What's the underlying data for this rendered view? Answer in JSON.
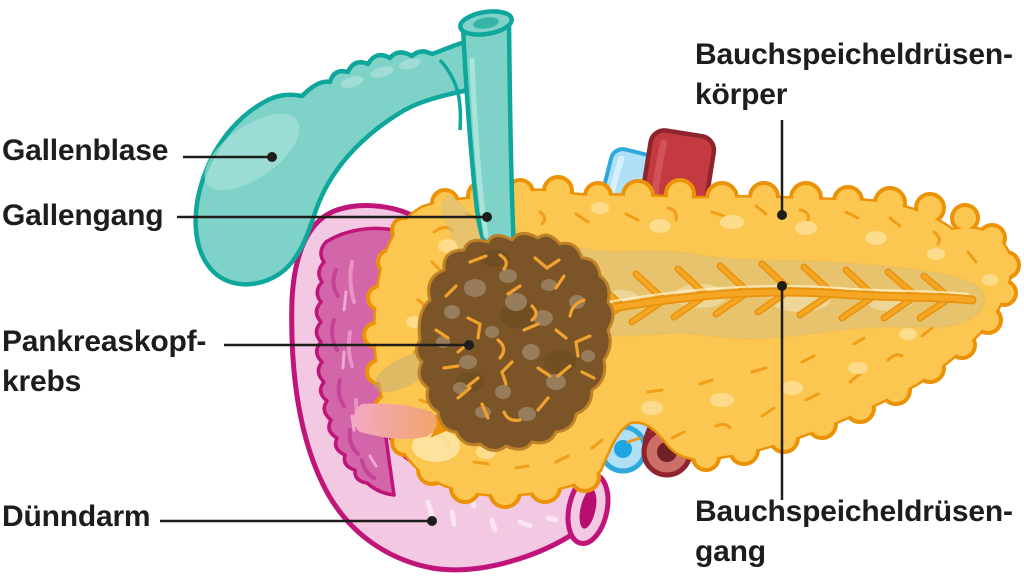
{
  "figure": {
    "type": "anatomical-diagram",
    "language": "de"
  },
  "labels": {
    "gallenblase": {
      "text": "Gallenblase"
    },
    "gallengang": {
      "text": "Gallengang"
    },
    "pankreaskopfkrebs": {
      "line1": "Pankreaskopf-",
      "line2": "krebs"
    },
    "duenndarm": {
      "text": "Dünndarm"
    },
    "bauchspeicheldruesenkoerper": {
      "line1": "Bauchspeicheldrüsen-",
      "line2": "körper"
    },
    "bauchspeicheldruesengang": {
      "line1": "Bauchspeicheldrüsen-",
      "line2": "gang"
    }
  },
  "colors": {
    "background": "#FFFFFF",
    "text": "#1D1D1B",
    "line": "#1D1D1B",
    "teal-fill": "#7FD2C7",
    "teal-stroke": "#0FA79B",
    "teal-light": "#AEE4DC",
    "teal-hole": "#35B4A7",
    "pancreas-fill": "#FCC751",
    "pancreas-stroke": "#EC9206",
    "pancreas-texture": "#F19B16",
    "pancreas-light": "#FDDE92",
    "window-fill": "#D6C18B",
    "fishbone": "#F5A623",
    "fishbone-dark": "#E8920D",
    "fishbone-light": "#FFF0C2",
    "tumor-fill": "#7B5427",
    "tumor-stroke": "#BE8127",
    "tumor-spot": "#9C8566",
    "tumor-dark": "#6A4A20",
    "tumor-vessel": "#F1A12E",
    "duo-fill": "#F2C8E3",
    "duo-stroke": "#C11478",
    "duo-inner": "#D365A9",
    "duo-slot": "#B60F6F",
    "vein-fill": "#AFE0F6",
    "vein-stroke": "#2FA9DD",
    "vein-dot": "#1FA6E0",
    "artery-fill": "#C33A40",
    "artery-stroke": "#8F242C",
    "artery-ring": "#CC6F66",
    "artery-dot": "#6F2125"
  }
}
